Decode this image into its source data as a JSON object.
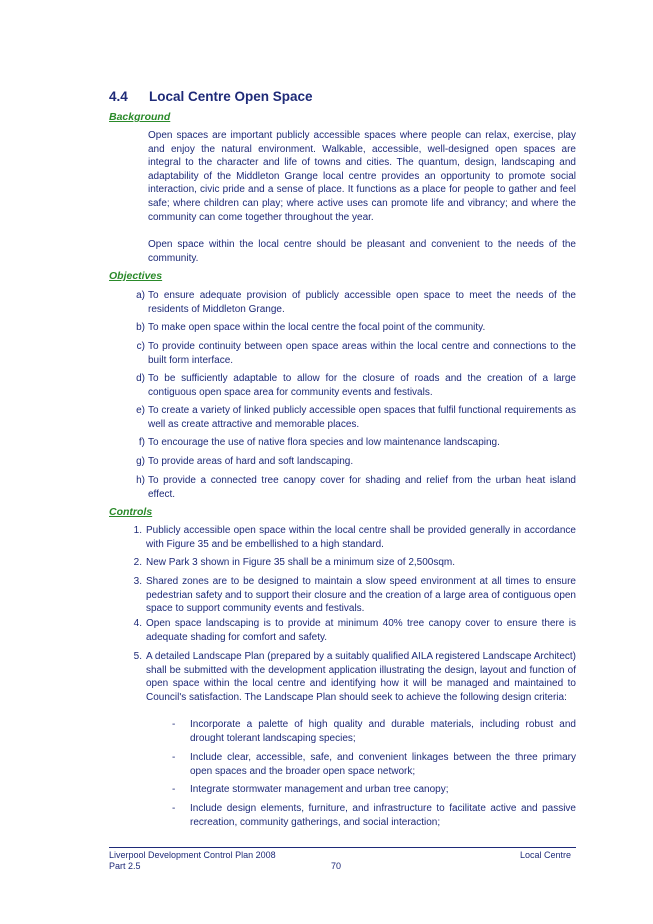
{
  "section": {
    "number": "4.4",
    "title": "Local Centre Open Space"
  },
  "background": {
    "heading": "Background",
    "paragraphs": [
      "Open spaces are important publicly accessible spaces where people can relax, exercise, play and enjoy the natural environment. Walkable, accessible, well-designed open spaces are integral to the character and life of towns and cities. The quantum, design, landscaping and adaptability of the Middleton Grange local centre provides an opportunity to promote social interaction, civic pride and a sense of place. It functions as a place for people to gather and feel safe; where children can play; where active uses can promote life and vibrancy; and where the community can come together throughout the year.",
      "Open space within the local centre should be pleasant and convenient to the needs of the community."
    ]
  },
  "objectives": {
    "heading": "Objectives",
    "items": [
      {
        "marker": "a)",
        "text": "To ensure adequate provision of publicly accessible open space to meet the needs of the residents of Middleton Grange."
      },
      {
        "marker": "b)",
        "text": "To make open space within the local centre the focal point of the community."
      },
      {
        "marker": "c)",
        "text": "To provide continuity between open space areas within the local centre and connections to the built form interface."
      },
      {
        "marker": "d)",
        "text": "To be sufficiently adaptable to allow for the closure of roads and the creation of a large contiguous open space area for community events and festivals."
      },
      {
        "marker": "e)",
        "text": "To create a variety of linked publicly accessible open spaces that fulfil functional requirements as well as create attractive and memorable places."
      },
      {
        "marker": "f)",
        "text": "To encourage the use of native flora species and low maintenance landscaping."
      },
      {
        "marker": "g)",
        "text": "To provide areas of hard and soft landscaping."
      },
      {
        "marker": "h)",
        "text": "To provide a connected tree canopy cover for shading and relief from the urban heat island effect."
      }
    ]
  },
  "controls": {
    "heading": "Controls",
    "items": [
      {
        "marker": "1.",
        "text": "Publicly accessible open space within the local centre shall be provided generally in accordance with Figure 35 and be embellished to a high standard."
      },
      {
        "marker": "2.",
        "text": "New Park 3 shown in Figure 35 shall be a minimum size of 2,500sqm."
      },
      {
        "marker": "3.",
        "text": "Shared zones are to be designed to maintain a slow speed environment at all times to ensure pedestrian safety and to support their closure and the creation of a large area of contiguous open space to support community events and festivals."
      },
      {
        "marker": "4.",
        "text": "Open space landscaping is to provide at minimum 40% tree canopy cover to ensure there is adequate shading for comfort and safety."
      },
      {
        "marker": "5.",
        "text": "A detailed Landscape Plan (prepared by a suitably qualified AILA registered Landscape Architect) shall be submitted with the development application illustrating the design, layout and function of open space within the local centre and identifying how it will be managed and maintained to Council's satisfaction. The Landscape Plan should seek to achieve the following design criteria:"
      }
    ],
    "criteria": [
      {
        "dash": "-",
        "text": "Incorporate a palette of high quality and durable materials, including robust and drought tolerant landscaping species;"
      },
      {
        "dash": "-",
        "text": "Include clear, accessible, safe, and convenient linkages between the three primary open spaces and the broader open space network;"
      },
      {
        "dash": "-",
        "text": "Integrate stormwater management and urban tree canopy;"
      },
      {
        "dash": "-",
        "text": "Include design elements, furniture, and infrastructure to facilitate active and passive recreation, community gatherings, and social interaction;"
      }
    ]
  },
  "footer": {
    "left_line1": "Liverpool Development Control Plan 2008",
    "left_line2": "Part 2.5",
    "page_number": "70",
    "right": "Local Centre"
  },
  "colors": {
    "body_text": "#1e2a78",
    "subheading": "#2a8a2a"
  }
}
